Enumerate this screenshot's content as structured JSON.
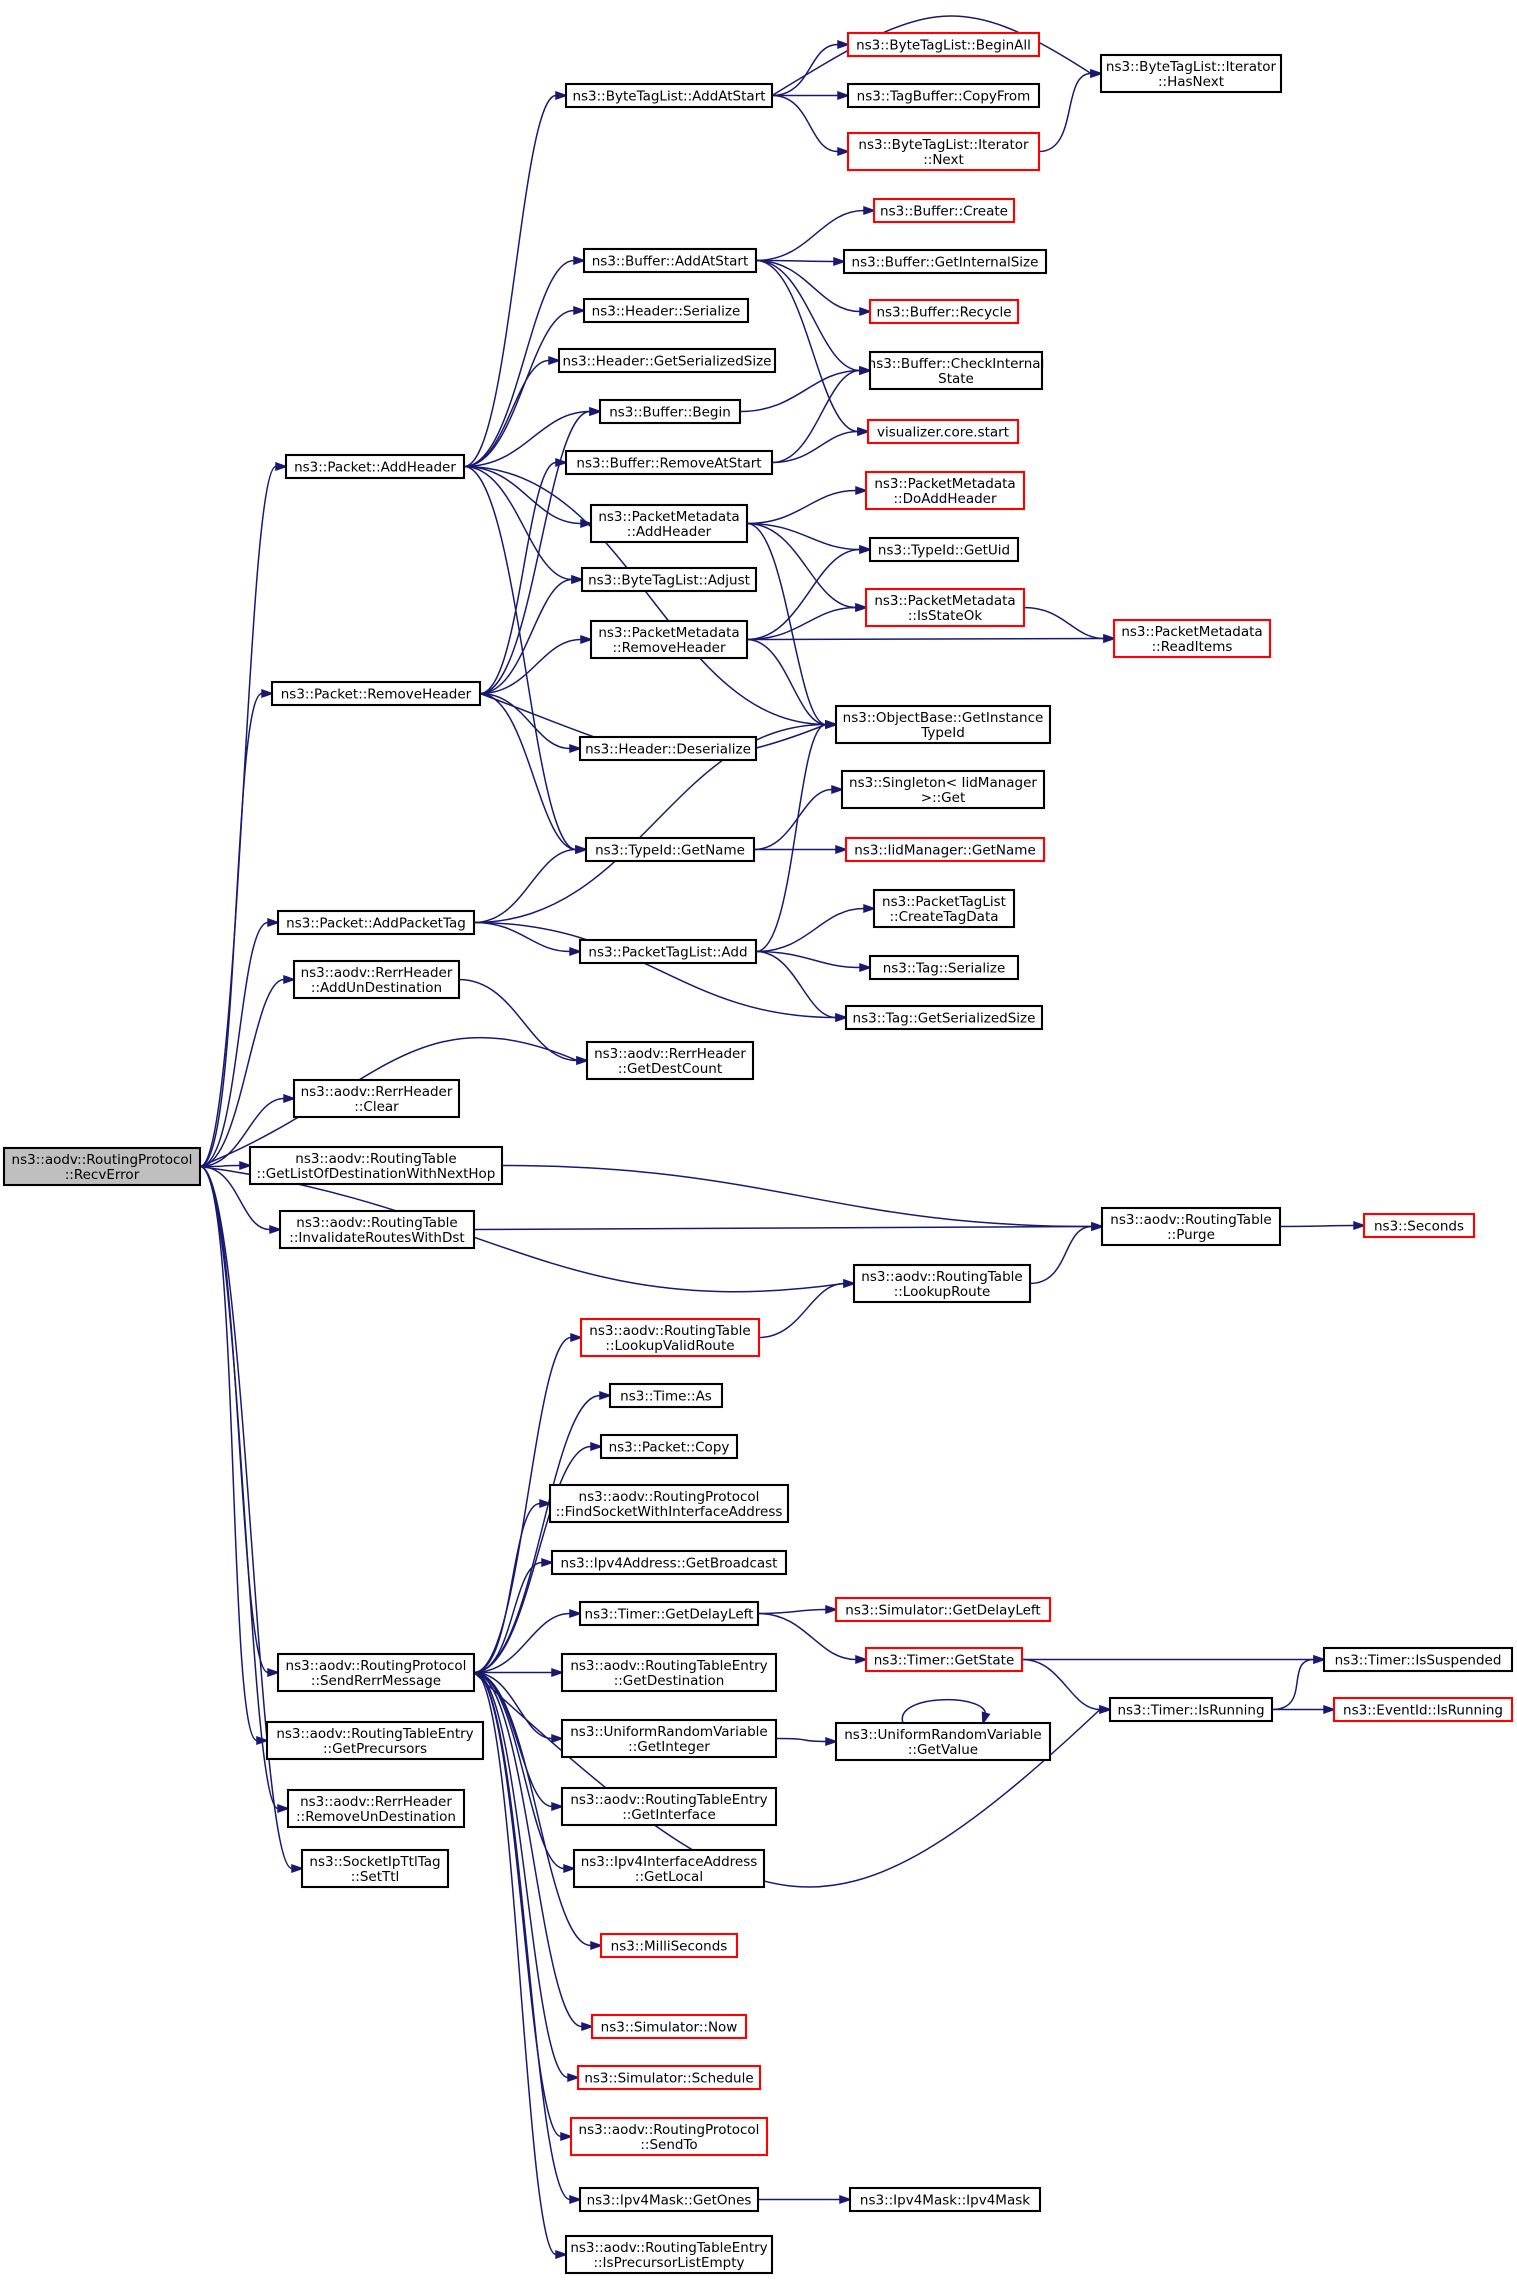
{
  "diagram": {
    "type": "call-graph",
    "colors": {
      "edge": "#191970",
      "node_border_documented": "#000000",
      "node_border_undocumented": "#ff0000",
      "root_fill": "#bfbfbf",
      "node_fill": "#ffffff"
    },
    "nodes": [
      {
        "id": "recverror",
        "lines": [
          "ns3::aodv::RoutingProtocol",
          "::RecvError"
        ],
        "border": "black",
        "root": true
      },
      {
        "id": "pkt_addheader",
        "lines": [
          "ns3::Packet::AddHeader"
        ],
        "border": "black"
      },
      {
        "id": "btl_addatstart",
        "lines": [
          "ns3::ByteTagList::AddAtStart"
        ],
        "border": "black"
      },
      {
        "id": "btl_beginall",
        "lines": [
          "ns3::ByteTagList::BeginAll"
        ],
        "border": "red"
      },
      {
        "id": "tagbuf_copyfrom",
        "lines": [
          "ns3::TagBuffer::CopyFrom"
        ],
        "border": "black"
      },
      {
        "id": "btl_iter_next",
        "lines": [
          "ns3::ByteTagList::Iterator",
          "::Next"
        ],
        "border": "red"
      },
      {
        "id": "btl_iter_hasnext",
        "lines": [
          "ns3::ByteTagList::Iterator",
          "::HasNext"
        ],
        "border": "black"
      },
      {
        "id": "buf_addatstart",
        "lines": [
          "ns3::Buffer::AddAtStart"
        ],
        "border": "black"
      },
      {
        "id": "buf_create",
        "lines": [
          "ns3::Buffer::Create"
        ],
        "border": "red"
      },
      {
        "id": "buf_getinternalsize",
        "lines": [
          "ns3::Buffer::GetInternalSize"
        ],
        "border": "black"
      },
      {
        "id": "buf_recycle",
        "lines": [
          "ns3::Buffer::Recycle"
        ],
        "border": "red"
      },
      {
        "id": "hdr_serialize",
        "lines": [
          "ns3::Header::Serialize"
        ],
        "border": "black"
      },
      {
        "id": "hdr_getserializedsize",
        "lines": [
          "ns3::Header::GetSerializedSize"
        ],
        "border": "black"
      },
      {
        "id": "buf_checkinternalstate",
        "lines": [
          "ns3::Buffer::CheckInternal",
          "State"
        ],
        "border": "black"
      },
      {
        "id": "buf_begin",
        "lines": [
          "ns3::Buffer::Begin"
        ],
        "border": "black"
      },
      {
        "id": "viz_start",
        "lines": [
          "visualizer.core.start"
        ],
        "border": "red"
      },
      {
        "id": "buf_removeatstart",
        "lines": [
          "ns3::Buffer::RemoveAtStart"
        ],
        "border": "black"
      },
      {
        "id": "pm_doaddheader",
        "lines": [
          "ns3::PacketMetadata",
          "::DoAddHeader"
        ],
        "border": "red"
      },
      {
        "id": "pm_addheader",
        "lines": [
          "ns3::PacketMetadata",
          "::AddHeader"
        ],
        "border": "black"
      },
      {
        "id": "typeid_getuid",
        "lines": [
          "ns3::TypeId::GetUid"
        ],
        "border": "black"
      },
      {
        "id": "btl_adjust",
        "lines": [
          "ns3::ByteTagList::Adjust"
        ],
        "border": "black"
      },
      {
        "id": "pm_isstateok",
        "lines": [
          "ns3::PacketMetadata",
          "::IsStateOk"
        ],
        "border": "red"
      },
      {
        "id": "pm_readitems",
        "lines": [
          "ns3::PacketMetadata",
          "::ReadItems"
        ],
        "border": "red"
      },
      {
        "id": "pm_removeheader",
        "lines": [
          "ns3::PacketMetadata",
          "::RemoveHeader"
        ],
        "border": "black"
      },
      {
        "id": "pkt_removeheader",
        "lines": [
          "ns3::Packet::RemoveHeader"
        ],
        "border": "black"
      },
      {
        "id": "ob_getinstancetypeid",
        "lines": [
          "ns3::ObjectBase::GetInstance",
          "TypeId"
        ],
        "border": "black"
      },
      {
        "id": "hdr_deserialize",
        "lines": [
          "ns3::Header::Deserialize"
        ],
        "border": "black"
      },
      {
        "id": "singleton_get",
        "lines": [
          "ns3::Singleton< IidManager",
          ">::Get"
        ],
        "border": "black"
      },
      {
        "id": "typeid_getname",
        "lines": [
          "ns3::TypeId::GetName"
        ],
        "border": "black"
      },
      {
        "id": "iidmgr_getname",
        "lines": [
          "ns3::IidManager::GetName"
        ],
        "border": "red"
      },
      {
        "id": "ptl_createtagdata",
        "lines": [
          "ns3::PacketTagList",
          "::CreateTagData"
        ],
        "border": "black"
      },
      {
        "id": "pkt_addpackettag",
        "lines": [
          "ns3::Packet::AddPacketTag"
        ],
        "border": "black"
      },
      {
        "id": "ptl_add",
        "lines": [
          "ns3::PacketTagList::Add"
        ],
        "border": "black"
      },
      {
        "id": "tag_serialize",
        "lines": [
          "ns3::Tag::Serialize"
        ],
        "border": "black"
      },
      {
        "id": "rerr_addundest",
        "lines": [
          "ns3::aodv::RerrHeader",
          "::AddUnDestination"
        ],
        "border": "black"
      },
      {
        "id": "tag_getserializedsize",
        "lines": [
          "ns3::Tag::GetSerializedSize"
        ],
        "border": "black"
      },
      {
        "id": "rerr_getdestcount",
        "lines": [
          "ns3::aodv::RerrHeader",
          "::GetDestCount"
        ],
        "border": "black"
      },
      {
        "id": "rerr_clear",
        "lines": [
          "ns3::aodv::RerrHeader",
          "::Clear"
        ],
        "border": "black"
      },
      {
        "id": "rt_getlistofdest",
        "lines": [
          "ns3::aodv::RoutingTable",
          "::GetListOfDestinationWithNextHop"
        ],
        "border": "black"
      },
      {
        "id": "rt_purge",
        "lines": [
          "ns3::aodv::RoutingTable",
          "::Purge"
        ],
        "border": "black"
      },
      {
        "id": "seconds",
        "lines": [
          "ns3::Seconds"
        ],
        "border": "red"
      },
      {
        "id": "rt_invalidate",
        "lines": [
          "ns3::aodv::RoutingTable",
          "::InvalidateRoutesWithDst"
        ],
        "border": "black"
      },
      {
        "id": "rt_lookuproute",
        "lines": [
          "ns3::aodv::RoutingTable",
          "::LookupRoute"
        ],
        "border": "black"
      },
      {
        "id": "rt_lookupvalidroute",
        "lines": [
          "ns3::aodv::RoutingTable",
          "::LookupValidRoute"
        ],
        "border": "red"
      },
      {
        "id": "time_as",
        "lines": [
          "ns3::Time::As"
        ],
        "border": "black"
      },
      {
        "id": "pkt_copy",
        "lines": [
          "ns3::Packet::Copy"
        ],
        "border": "black"
      },
      {
        "id": "rp_findsocket",
        "lines": [
          "ns3::aodv::RoutingProtocol",
          "::FindSocketWithInterfaceAddress"
        ],
        "border": "black"
      },
      {
        "id": "ipv4_getbroadcast",
        "lines": [
          "ns3::Ipv4Address::GetBroadcast"
        ],
        "border": "black"
      },
      {
        "id": "timer_getdelayleft",
        "lines": [
          "ns3::Timer::GetDelayLeft"
        ],
        "border": "black"
      },
      {
        "id": "sim_getdelayleft",
        "lines": [
          "ns3::Simulator::GetDelayLeft"
        ],
        "border": "red"
      },
      {
        "id": "timer_getstate",
        "lines": [
          "ns3::Timer::GetState"
        ],
        "border": "red"
      },
      {
        "id": "timer_issuspended",
        "lines": [
          "ns3::Timer::IsSuspended"
        ],
        "border": "black"
      },
      {
        "id": "rp_sendrerr",
        "lines": [
          "ns3::aodv::RoutingProtocol",
          "::SendRerrMessage"
        ],
        "border": "black"
      },
      {
        "id": "rte_getdestination",
        "lines": [
          "ns3::aodv::RoutingTableEntry",
          "::GetDestination"
        ],
        "border": "black"
      },
      {
        "id": "timer_isrunning",
        "lines": [
          "ns3::Timer::IsRunning"
        ],
        "border": "black"
      },
      {
        "id": "eventid_isrunning",
        "lines": [
          "ns3::EventId::IsRunning"
        ],
        "border": "red"
      },
      {
        "id": "rte_getprecursors",
        "lines": [
          "ns3::aodv::RoutingTableEntry",
          "::GetPrecursors"
        ],
        "border": "black"
      },
      {
        "id": "urv_getinteger",
        "lines": [
          "ns3::UniformRandomVariable",
          "::GetInteger"
        ],
        "border": "black"
      },
      {
        "id": "urv_getvalue",
        "lines": [
          "ns3::UniformRandomVariable",
          "::GetValue"
        ],
        "border": "black"
      },
      {
        "id": "rerr_removeundest",
        "lines": [
          "ns3::aodv::RerrHeader",
          "::RemoveUnDestination"
        ],
        "border": "black"
      },
      {
        "id": "rte_getinterface",
        "lines": [
          "ns3::aodv::RoutingTableEntry",
          "::GetInterface"
        ],
        "border": "black"
      },
      {
        "id": "sockipttl_setttl",
        "lines": [
          "ns3::SocketIpTtlTag",
          "::SetTtl"
        ],
        "border": "black"
      },
      {
        "id": "ipv4if_getlocal",
        "lines": [
          "ns3::Ipv4InterfaceAddress",
          "::GetLocal"
        ],
        "border": "black"
      },
      {
        "id": "milliseconds",
        "lines": [
          "ns3::MilliSeconds"
        ],
        "border": "red"
      },
      {
        "id": "sim_now",
        "lines": [
          "ns3::Simulator::Now"
        ],
        "border": "red"
      },
      {
        "id": "sim_schedule",
        "lines": [
          "ns3::Simulator::Schedule"
        ],
        "border": "red"
      },
      {
        "id": "rp_sendto",
        "lines": [
          "ns3::aodv::RoutingProtocol",
          "::SendTo"
        ],
        "border": "red"
      },
      {
        "id": "ipv4mask_getones",
        "lines": [
          "ns3::Ipv4Mask::GetOnes"
        ],
        "border": "black"
      },
      {
        "id": "ipv4mask_ctor",
        "lines": [
          "ns3::Ipv4Mask::Ipv4Mask"
        ],
        "border": "black"
      },
      {
        "id": "rte_isprecursorempty",
        "lines": [
          "ns3::aodv::RoutingTableEntry",
          "::IsPrecursorListEmpty"
        ],
        "border": "black"
      }
    ],
    "edges": [
      [
        "recverror",
        "pkt_addheader"
      ],
      [
        "recverror",
        "pkt_removeheader"
      ],
      [
        "recverror",
        "pkt_addpackettag"
      ],
      [
        "recverror",
        "rerr_addundest"
      ],
      [
        "recverror",
        "rerr_getdestcount"
      ],
      [
        "recverror",
        "rerr_clear"
      ],
      [
        "recverror",
        "rt_getlistofdest"
      ],
      [
        "recverror",
        "rt_invalidate"
      ],
      [
        "recverror",
        "rt_lookuproute"
      ],
      [
        "recverror",
        "rp_sendrerr"
      ],
      [
        "recverror",
        "rte_getprecursors"
      ],
      [
        "recverror",
        "rerr_removeundest"
      ],
      [
        "recverror",
        "sockipttl_setttl"
      ],
      [
        "pkt_addheader",
        "btl_addatstart"
      ],
      [
        "pkt_addheader",
        "buf_addatstart"
      ],
      [
        "pkt_addheader",
        "hdr_serialize"
      ],
      [
        "pkt_addheader",
        "hdr_getserializedsize"
      ],
      [
        "pkt_addheader",
        "buf_begin"
      ],
      [
        "pkt_addheader",
        "pm_addheader"
      ],
      [
        "pkt_addheader",
        "btl_adjust"
      ],
      [
        "pkt_addheader",
        "ob_getinstancetypeid"
      ],
      [
        "pkt_addheader",
        "typeid_getname"
      ],
      [
        "btl_addatstart",
        "btl_beginall"
      ],
      [
        "btl_addatstart",
        "tagbuf_copyfrom"
      ],
      [
        "btl_addatstart",
        "btl_iter_next"
      ],
      [
        "btl_addatstart",
        "btl_iter_hasnext"
      ],
      [
        "btl_iter_next",
        "btl_iter_hasnext"
      ],
      [
        "buf_addatstart",
        "buf_create"
      ],
      [
        "buf_addatstart",
        "buf_getinternalsize"
      ],
      [
        "buf_addatstart",
        "buf_recycle"
      ],
      [
        "buf_addatstart",
        "buf_checkinternalstate"
      ],
      [
        "buf_addatstart",
        "viz_start"
      ],
      [
        "buf_begin",
        "buf_checkinternalstate"
      ],
      [
        "buf_removeatstart",
        "buf_checkinternalstate"
      ],
      [
        "buf_removeatstart",
        "viz_start"
      ],
      [
        "pm_addheader",
        "pm_doaddheader"
      ],
      [
        "pm_addheader",
        "typeid_getuid"
      ],
      [
        "pm_addheader",
        "pm_isstateok"
      ],
      [
        "pm_addheader",
        "ob_getinstancetypeid"
      ],
      [
        "pm_isstateok",
        "pm_readitems"
      ],
      [
        "pm_removeheader",
        "typeid_getuid"
      ],
      [
        "pm_removeheader",
        "pm_isstateok"
      ],
      [
        "pm_removeheader",
        "pm_readitems"
      ],
      [
        "pm_removeheader",
        "ob_getinstancetypeid"
      ],
      [
        "pkt_removeheader",
        "buf_removeatstart"
      ],
      [
        "pkt_removeheader",
        "buf_begin"
      ],
      [
        "pkt_removeheader",
        "pm_removeheader"
      ],
      [
        "pkt_removeheader",
        "btl_adjust"
      ],
      [
        "pkt_removeheader",
        "hdr_deserialize"
      ],
      [
        "pkt_removeheader",
        "ob_getinstancetypeid"
      ],
      [
        "pkt_removeheader",
        "typeid_getname"
      ],
      [
        "typeid_getname",
        "singleton_get"
      ],
      [
        "typeid_getname",
        "iidmgr_getname"
      ],
      [
        "pkt_addpackettag",
        "typeid_getname"
      ],
      [
        "pkt_addpackettag",
        "ob_getinstancetypeid"
      ],
      [
        "pkt_addpackettag",
        "ptl_add"
      ],
      [
        "pkt_addpackettag",
        "tag_getserializedsize"
      ],
      [
        "ptl_add",
        "ptl_createtagdata"
      ],
      [
        "ptl_add",
        "tag_serialize"
      ],
      [
        "ptl_add",
        "tag_getserializedsize"
      ],
      [
        "ptl_add",
        "ob_getinstancetypeid"
      ],
      [
        "rerr_addundest",
        "rerr_getdestcount"
      ],
      [
        "rt_getlistofdest",
        "rt_purge"
      ],
      [
        "rt_invalidate",
        "rt_purge"
      ],
      [
        "rt_lookuproute",
        "rt_purge"
      ],
      [
        "rt_purge",
        "seconds"
      ],
      [
        "rt_lookupvalidroute",
        "rt_lookuproute"
      ],
      [
        "rp_sendrerr",
        "rt_lookupvalidroute"
      ],
      [
        "rp_sendrerr",
        "time_as"
      ],
      [
        "rp_sendrerr",
        "pkt_copy"
      ],
      [
        "rp_sendrerr",
        "rp_findsocket"
      ],
      [
        "rp_sendrerr",
        "ipv4_getbroadcast"
      ],
      [
        "rp_sendrerr",
        "timer_getdelayleft"
      ],
      [
        "rp_sendrerr",
        "rte_getdestination"
      ],
      [
        "rp_sendrerr",
        "urv_getinteger"
      ],
      [
        "rp_sendrerr",
        "rte_getinterface"
      ],
      [
        "rp_sendrerr",
        "ipv4if_getlocal"
      ],
      [
        "rp_sendrerr",
        "timer_isrunning"
      ],
      [
        "rp_sendrerr",
        "milliseconds"
      ],
      [
        "rp_sendrerr",
        "sim_now"
      ],
      [
        "rp_sendrerr",
        "sim_schedule"
      ],
      [
        "rp_sendrerr",
        "rp_sendto"
      ],
      [
        "rp_sendrerr",
        "ipv4mask_getones"
      ],
      [
        "rp_sendrerr",
        "rte_isprecursorempty"
      ],
      [
        "timer_getdelayleft",
        "sim_getdelayleft"
      ],
      [
        "timer_getdelayleft",
        "timer_getstate"
      ],
      [
        "timer_getstate",
        "timer_issuspended"
      ],
      [
        "timer_getstate",
        "timer_isrunning"
      ],
      [
        "timer_isrunning",
        "timer_issuspended"
      ],
      [
        "timer_isrunning",
        "eventid_isrunning"
      ],
      [
        "urv_getinteger",
        "urv_getvalue"
      ],
      [
        "urv_getvalue",
        "urv_getvalue"
      ],
      [
        "ipv4mask_getones",
        "ipv4mask_ctor"
      ]
    ]
  }
}
